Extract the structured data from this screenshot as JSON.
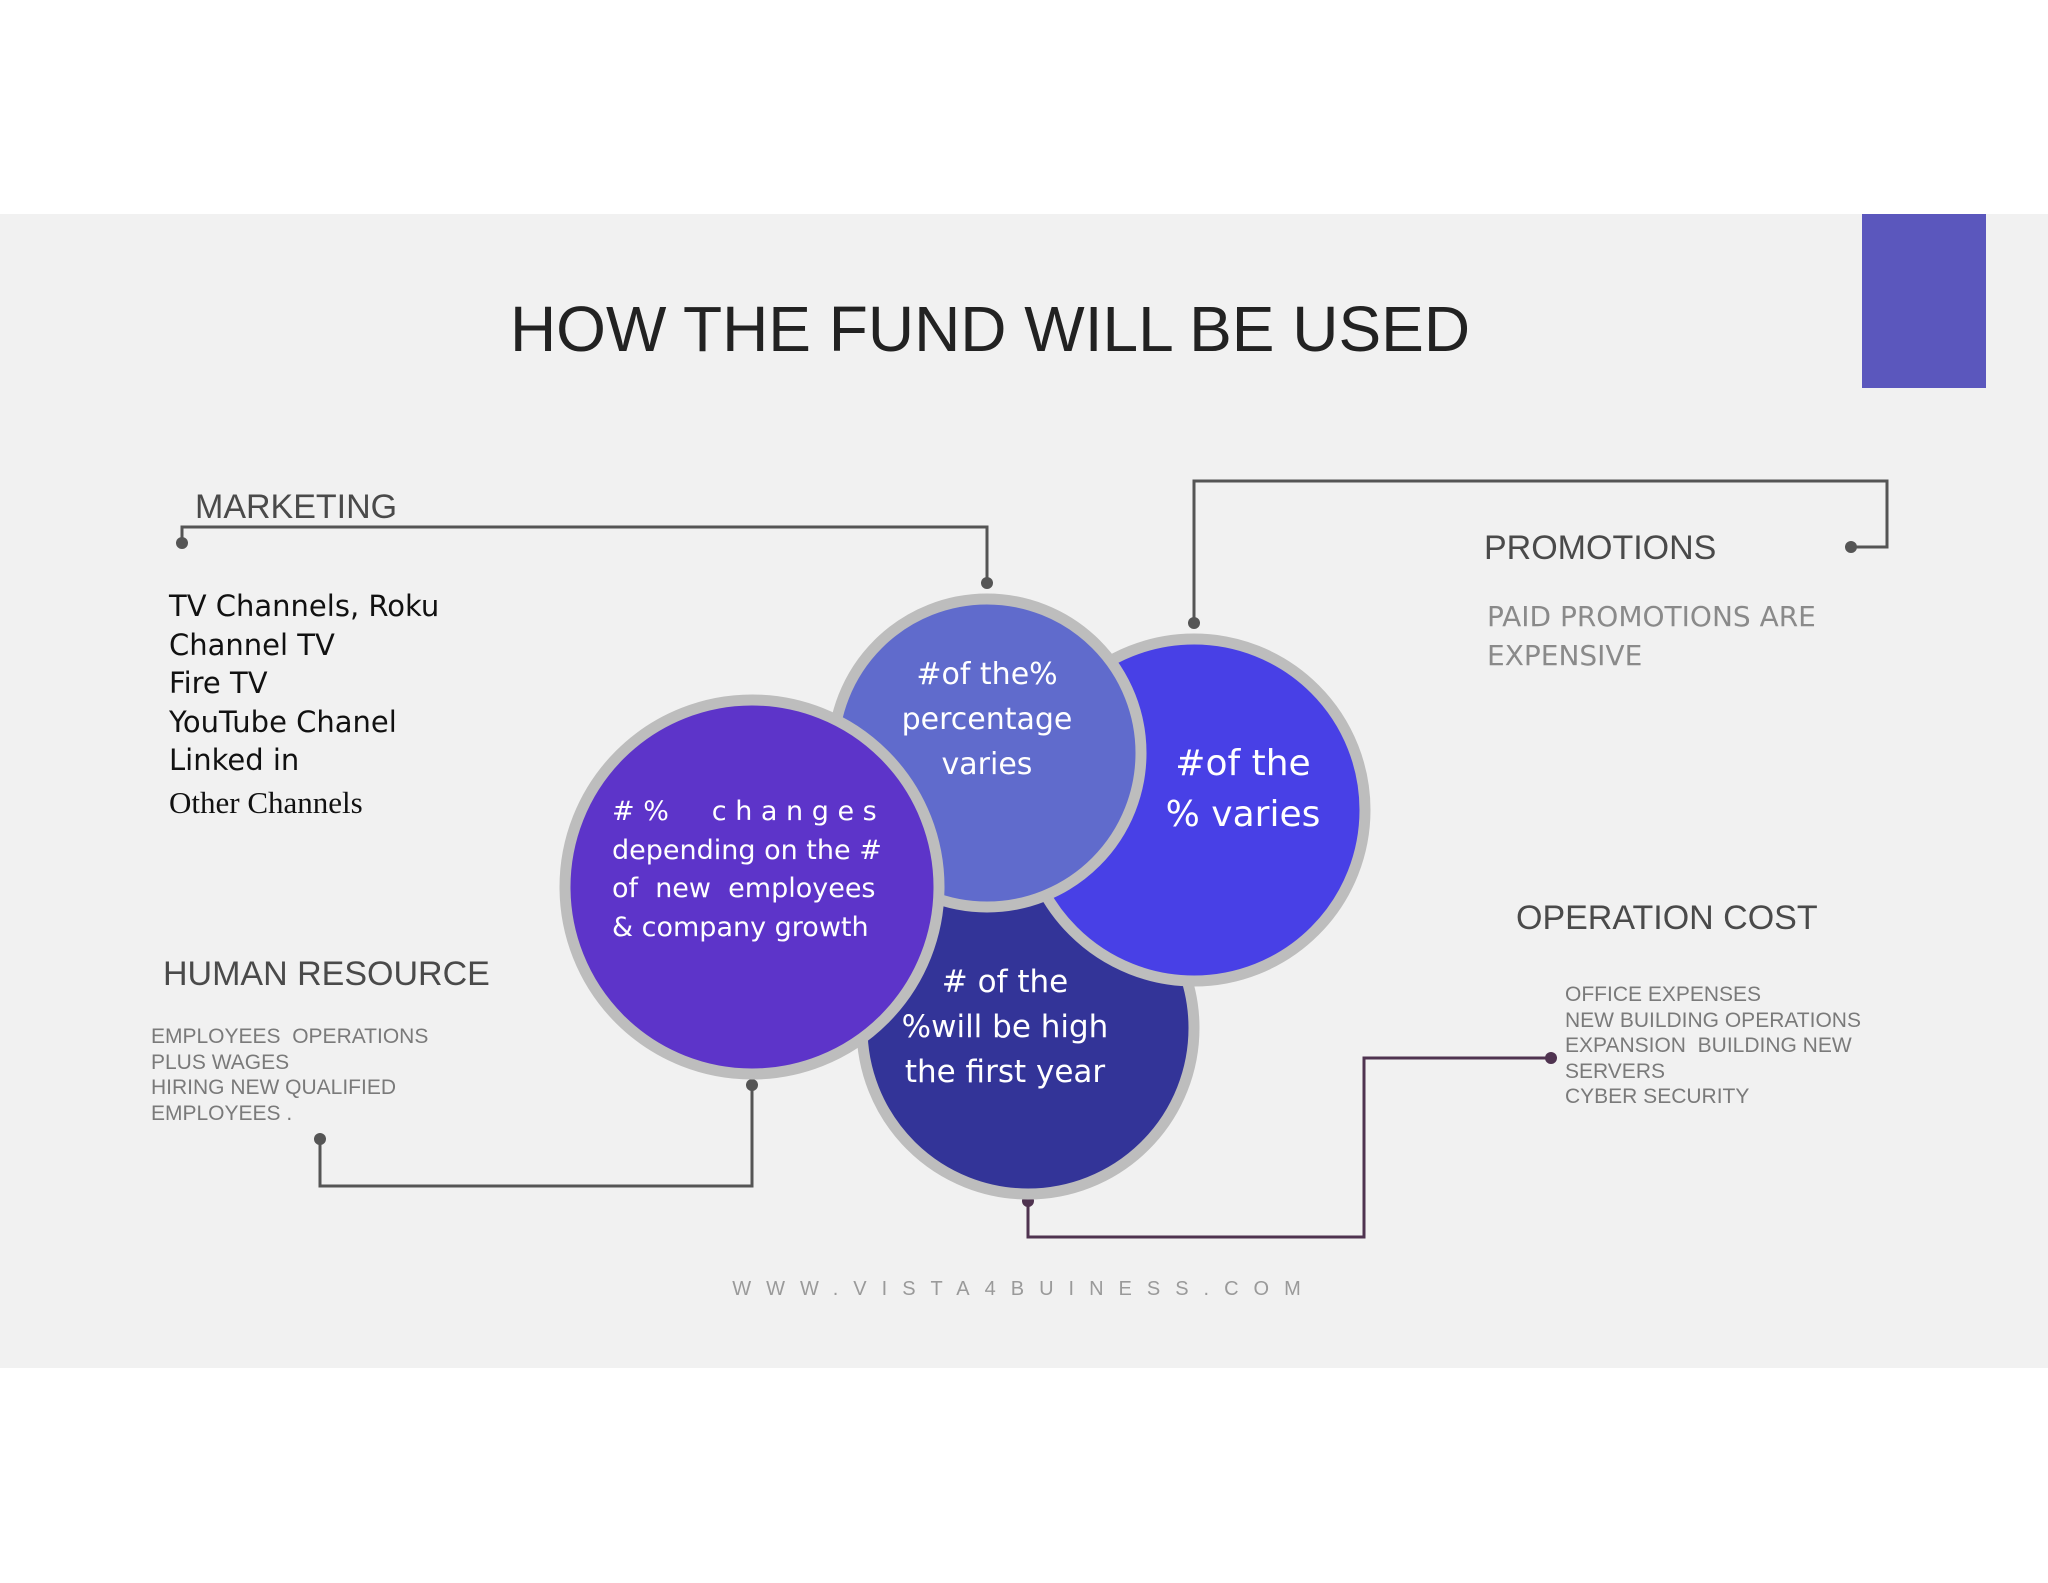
{
  "title": "HOW THE FUND WILL BE USED",
  "accent_color": "#5b57bd",
  "sections": {
    "marketing": {
      "heading": "MARKETING",
      "items": [
        "TV Channels, Roku",
        "Channel TV",
        "Fire TV",
        "YouTube Chanel",
        "Linked in",
        "Other Channels"
      ]
    },
    "promotions": {
      "heading": "PROMOTIONS",
      "lines": [
        "PAID PROMOTIONS ARE",
        "EXPENSIVE"
      ]
    },
    "human_resource": {
      "heading": "HUMAN RESOURCE",
      "lines": [
        "EMPLOYEES  OPERATIONS",
        "PLUS WAGES",
        "HIRING NEW QUALIFIED",
        "EMPLOYEES ."
      ]
    },
    "operation_cost": {
      "heading": "OPERATION COST",
      "lines": [
        "OFFICE EXPENSES",
        "NEW BUILDING OPERATIONS",
        "EXPANSION  BUILDING NEW",
        "SERVERS",
        "CYBER SECURITY"
      ]
    }
  },
  "circles": {
    "marketing": {
      "lines": [
        "#of the%",
        "percentage",
        "varies"
      ],
      "color": "#606bcc"
    },
    "promotions": {
      "lines": [
        "#of the",
        "% varies"
      ],
      "color": "#4840e6"
    },
    "human_resource": {
      "lines": [
        "# %     c h a n g e s",
        "depending on the #",
        "of  new  employees",
        "& company growth"
      ],
      "color": "#5d34c9"
    },
    "operation_cost": {
      "lines": [
        "# of the",
        "%will be high",
        "the first year"
      ],
      "color": "#333498"
    }
  },
  "footer": "WWW.VISTA4BUINESS.COM"
}
